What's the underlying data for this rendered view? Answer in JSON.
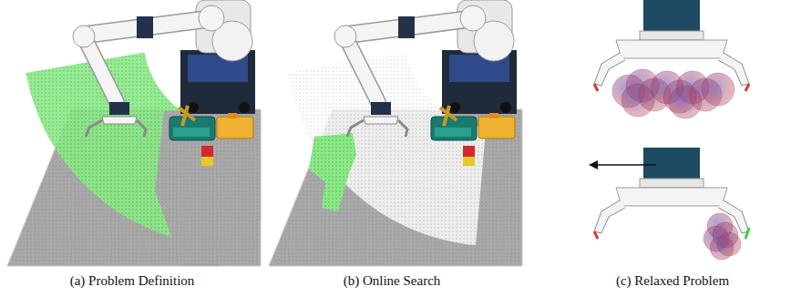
{
  "diagram": {
    "labels": [
      "(a) Problem Definition",
      "(b) Online Search",
      "(c) Relaxed Problem"
    ]
  }
}
